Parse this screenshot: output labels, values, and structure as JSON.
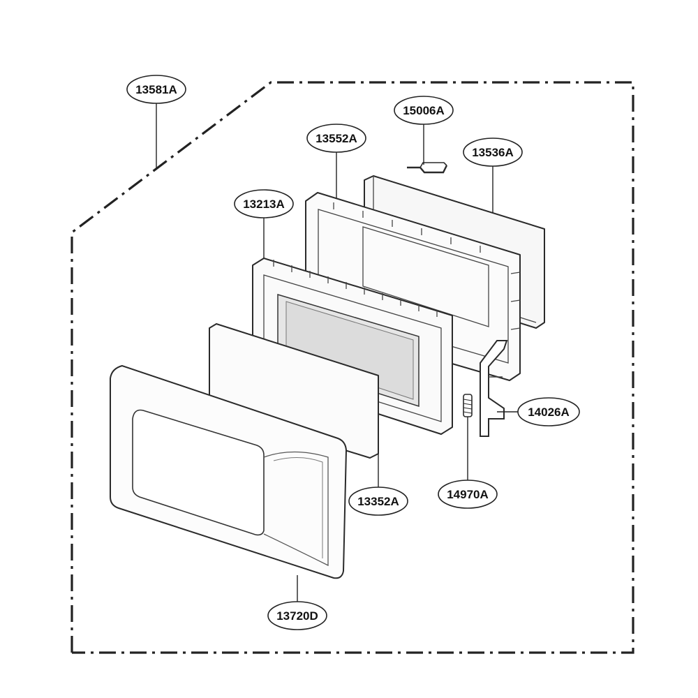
{
  "callouts": [
    {
      "id": "13581A",
      "text": "13581A"
    },
    {
      "id": "15006A",
      "text": "15006A"
    },
    {
      "id": "13552A",
      "text": "13552A"
    },
    {
      "id": "13536A",
      "text": "13536A"
    },
    {
      "id": "13213A",
      "text": "13213A"
    },
    {
      "id": "14026A",
      "text": "14026A"
    },
    {
      "id": "13352A",
      "text": "13352A"
    },
    {
      "id": "14970A",
      "text": "14970A"
    },
    {
      "id": "13720D",
      "text": "13720D"
    }
  ],
  "colors": {
    "line": "#222222",
    "part_fill": "#f6f6f6",
    "glass_fill": "#e4e4e4"
  }
}
